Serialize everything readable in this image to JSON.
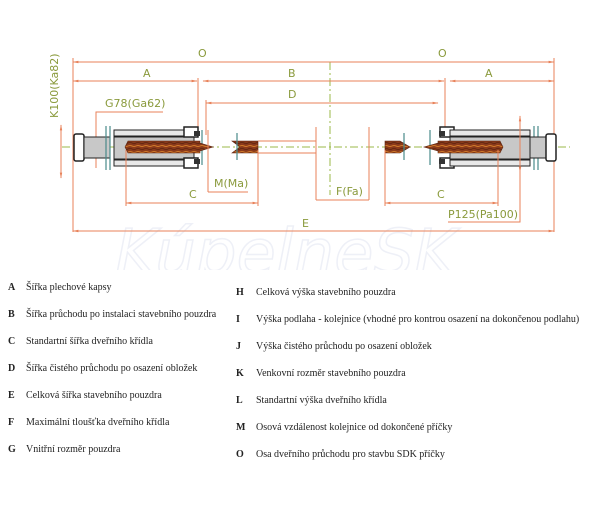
{
  "diagram": {
    "watermark": "KúpelneSK",
    "dimension_labels": {
      "O_left": "O",
      "O_right": "O",
      "A_left": "A",
      "A_right": "A",
      "B": "B",
      "D": "D",
      "K": "K100(Ka82)",
      "G": "G78(Ga62)",
      "M": "M(Ma)",
      "C_left": "C",
      "C_right": "C",
      "F": "F(Fa)",
      "E": "E",
      "P": "P125(Pa100)"
    },
    "colors": {
      "dimension_line": "#e8825a",
      "dimension_text": "#8a9a3c",
      "axis_line": "#9bb84a",
      "door_leaf": "#8b3a1a",
      "housing": "#c8c8c8",
      "outline": "#222222",
      "trim": "#4a8a8a"
    }
  },
  "legend": {
    "left": [
      {
        "letter": "A",
        "text": "Šířka plechové kapsy"
      },
      {
        "letter": "B",
        "text": "Šířka průchodu po instalaci stavebního pouzdra"
      },
      {
        "letter": "C",
        "text": "Standartní šířka dveřního křídla"
      },
      {
        "letter": "D",
        "text": "Šířka čistého průchodu po osazení obložek"
      },
      {
        "letter": "E",
        "text": "Celková šířka stavebního pouzdra"
      },
      {
        "letter": "F",
        "text": "Maximální tloušťka dveřního křídla"
      },
      {
        "letter": "G",
        "text": "Vnitřní rozměr pouzdra"
      }
    ],
    "right": [
      {
        "letter": "H",
        "text": "Celková výška stavebního pouzdra"
      },
      {
        "letter": "I",
        "text": "Výška podlaha - kolejnice (vhodné pro kontrou osazení na dokončenou podlahu)"
      },
      {
        "letter": "J",
        "text": "Výška čistého průchodu po osazení obložek"
      },
      {
        "letter": "K",
        "text": "Venkovní rozměr stavebního pouzdra"
      },
      {
        "letter": "L",
        "text": "Standartní výška dveřního křídla"
      },
      {
        "letter": "M",
        "text": "Osová vzdálenost kolejnice od dokončené příčky"
      },
      {
        "letter": "O",
        "text": "Osa dveřního průchodu pro stavbu SDK příčky"
      }
    ]
  }
}
